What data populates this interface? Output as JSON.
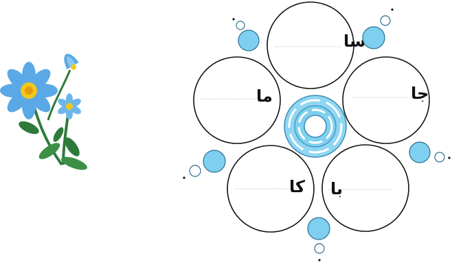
{
  "worksheet": {
    "petals": [
      {
        "id": "top",
        "syllable": "سا"
      },
      {
        "id": "upper-right",
        "syllable": "جا"
      },
      {
        "id": "lower-right",
        "syllable": "با"
      },
      {
        "id": "lower-left",
        "syllable": "کا"
      },
      {
        "id": "upper-left",
        "syllable": "ما"
      }
    ],
    "colors": {
      "outline": "#111111",
      "bubble_fill": "#7fcff0",
      "bubble_stroke": "#2a6f8f",
      "writing_line": "#bdbdbd",
      "flower_petal": "#5aa9e6",
      "flower_center": "#f2c81a",
      "leaf": "#2f7a3a"
    },
    "icons": [
      "flower-bouquet-icon",
      "center-rosette-icon",
      "bubble-icon"
    ]
  }
}
